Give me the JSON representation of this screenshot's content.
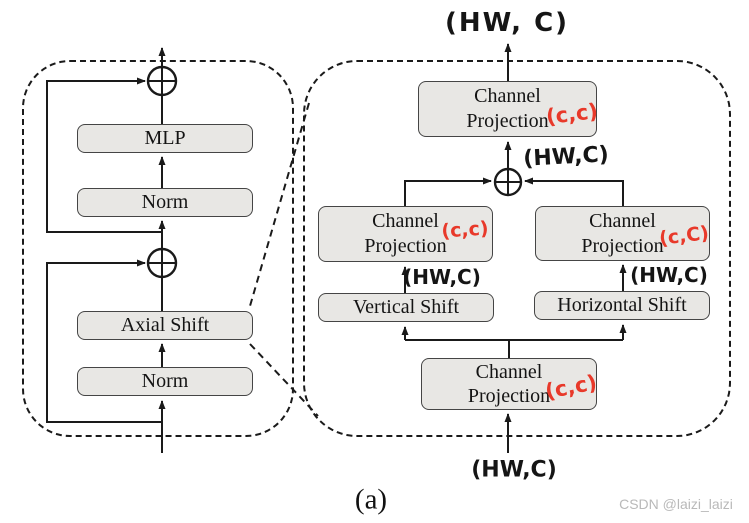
{
  "colors": {
    "red_annotation": "#e8392a",
    "box_fill": "#e8e7e4",
    "box_border": "#454545",
    "line": "#1a1a1a",
    "watermark_gray": "#b9b9b9"
  },
  "left_panel": {
    "mlp_label": "MLP",
    "norm_top_label": "Norm",
    "axial_shift_label": "Axial Shift",
    "norm_bottom_label": "Norm"
  },
  "right_panel": {
    "channel_projection": {
      "line1": "Channel",
      "line2": "Projection"
    },
    "vertical_shift_label": "Vertical Shift",
    "horizontal_shift_label": "Horizontal Shift",
    "annotations": {
      "output_shape": "(HW, C)",
      "sum_shape": "(HW,C)",
      "left_branch_shape": "(HW,C)",
      "right_branch_shape": "(HW,C)",
      "input_shape": "(HW,C)",
      "weight_top": "(c,c)",
      "weight_left": "(c,c)",
      "weight_right": "(c,C)",
      "weight_bottom": "(c,c)"
    }
  },
  "caption": "(a)",
  "watermark": "CSDN @laizi_laizi"
}
